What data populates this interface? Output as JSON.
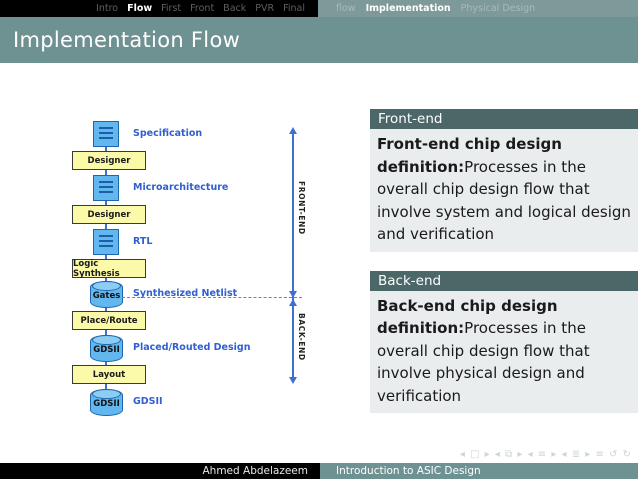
{
  "topnav": {
    "left": [
      "Intro",
      "Flow",
      "First",
      "Front",
      "Back",
      "PVR",
      "Final"
    ],
    "right": [
      "flow",
      "Implementation",
      "Physical Design"
    ]
  },
  "title": "Implementation Flow",
  "diagram": {
    "nodes": [
      {
        "type": "document",
        "side_label": "Specification"
      },
      {
        "type": "process",
        "label": "Designer"
      },
      {
        "type": "document",
        "side_label": "Microarchitecture"
      },
      {
        "type": "process",
        "label": "Designer"
      },
      {
        "type": "document",
        "side_label": "RTL"
      },
      {
        "type": "process",
        "label": "Logic Synthesis"
      },
      {
        "type": "data",
        "label": "Gates",
        "side_label": "Synthesized Netlist"
      },
      {
        "type": "process",
        "label": "Place/Route"
      },
      {
        "type": "data",
        "label": "GDSII",
        "side_label": "Placed/Routed Design"
      },
      {
        "type": "process",
        "label": "Layout"
      },
      {
        "type": "data",
        "label": "GDSII",
        "side_label": "GDSII"
      }
    ],
    "front_end": "FRONT-END",
    "back_end": "BACK-END"
  },
  "blocks": [
    {
      "title": "Front-end",
      "definition_bold": "Front-end chip design definition:",
      "definition_rest": "Processes in the overall chip design flow that involve system and logical design and verification"
    },
    {
      "title": "Back-end",
      "definition_bold": "Back-end chip design definition:",
      "definition_rest": "Processes in the overall chip design flow that involve physical design and verification"
    }
  ],
  "navigation_symbols": "◂ □ ▸  ◂ ⧉ ▸  ◂ ≡ ▸  ◂ ≣ ▸   ≡   ↺ ↻",
  "footer": {
    "author": "Ahmed Abdelazeem",
    "course": "Introduction to ASIC Design"
  },
  "colors": {
    "theme_green": "#6e9191",
    "theme_green_light": "#7e9999",
    "block_header": "#4c6767",
    "block_body": "#e9eded",
    "node_blue_fill": "#62b8ee",
    "node_blue_border": "#1f66ad",
    "node_yellow_fill": "#fafaa8",
    "diagram_label_blue": "#2f5fd0",
    "arrow_blue": "#3f6fd0"
  }
}
